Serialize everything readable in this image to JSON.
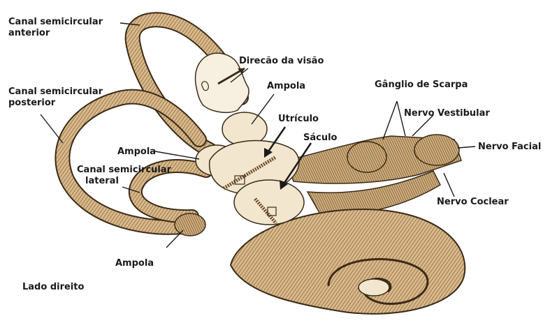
{
  "colors": {
    "tissue": "#d9b98a",
    "tissue_light": "#e8d2ad",
    "ink": "#3a2a18",
    "membrane": "#f3e6cf",
    "text": "#1a1a1a"
  },
  "labels": {
    "canal_anterior_1": "Canal semicircular",
    "canal_anterior_2": "anterior",
    "canal_posterior_1": "Canal semicircular",
    "canal_posterior_2": "posterior",
    "canal_lateral_1": "Canal semicircular",
    "canal_lateral_2": "lateral",
    "direcao_visao": "Direcão da visão",
    "ampola_top": "Ampola",
    "utriculo": "Utrículo",
    "ampola_left": "Ampola",
    "saculo": "Sáculo",
    "ampola_bottom": "Ampola",
    "ganglio": "Gânglio de Scarpa",
    "nervo_vestibular": "Nervo Vestibular",
    "nervo_facial": "Nervo Facial",
    "nervo_coclear": "Nervo Coclear",
    "lado_direito": "Lado direito"
  },
  "icons": {
    "head": "head-profile-icon",
    "eye_direction": "view-direction-arrow-icon"
  }
}
